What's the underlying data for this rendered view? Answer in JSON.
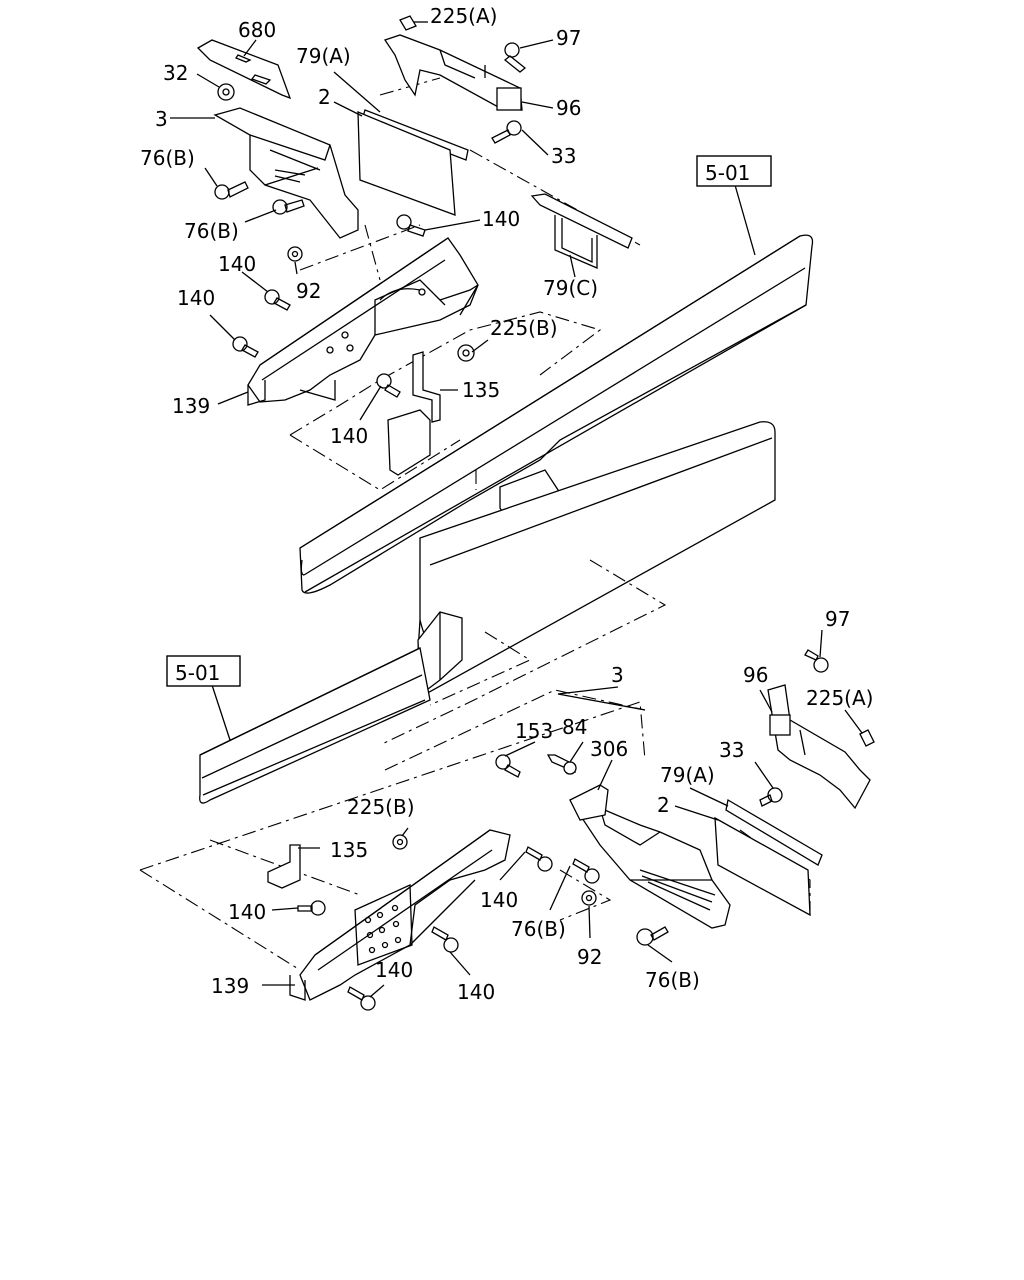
{
  "diagram": {
    "ref_labels": {
      "top_ref": "5-01",
      "bottom_ref": "5-01"
    },
    "callouts_top": {
      "p680": "680",
      "p225a": "225(A)",
      "p97": "97",
      "p79a": "79(A)",
      "p32": "32",
      "p2": "2",
      "p96": "96",
      "p3": "3",
      "p33": "33",
      "p76b_1": "76(B)",
      "p76b_2": "76(B)",
      "p140_1": "140",
      "p140_2": "140",
      "p92": "92",
      "p79c": "79(C)",
      "p140_3": "140",
      "p225b": "225(B)",
      "p135": "135",
      "p139": "139",
      "p140_4": "140"
    },
    "callouts_bottom": {
      "p97": "97",
      "p96": "96",
      "p225a": "225(A)",
      "p3": "3",
      "p153": "153",
      "p84": "84",
      "p306": "306",
      "p33": "33",
      "p79a": "79(A)",
      "p2": "2",
      "p225b": "225(B)",
      "p135": "135",
      "p140_1": "140",
      "p140_2": "140",
      "p76b_1": "76(B)",
      "p92": "92",
      "p76b_2": "76(B)",
      "p140_3": "140",
      "p140_4": "140",
      "p139": "139"
    }
  }
}
